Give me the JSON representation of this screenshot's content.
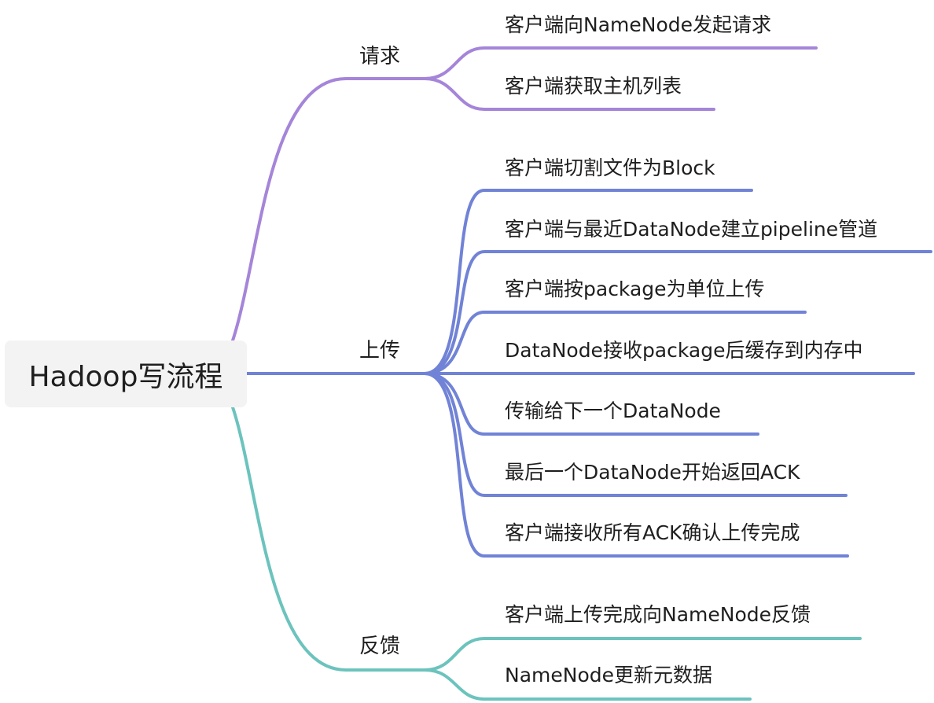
{
  "root": {
    "label": "Hadoop写流程"
  },
  "branches": [
    {
      "label": "请求",
      "color": "#a585d9",
      "children": [
        "客户端向NameNode发起请求",
        "客户端获取主机列表"
      ]
    },
    {
      "label": "上传",
      "color": "#7183d6",
      "children": [
        "客户端切割文件为Block",
        "客户端与最近DataNode建立pipeline管道",
        "客户端按package为单位上传",
        "DataNode接收package后缓存到内存中",
        "传输给下一个DataNode",
        "最后一个DataNode开始返回ACK",
        "客户端接收所有ACK确认上传完成"
      ]
    },
    {
      "label": "反馈",
      "color": "#6cc3bd",
      "children": [
        "客户端上传完成向NameNode反馈",
        "NameNode更新元数据"
      ]
    }
  ]
}
